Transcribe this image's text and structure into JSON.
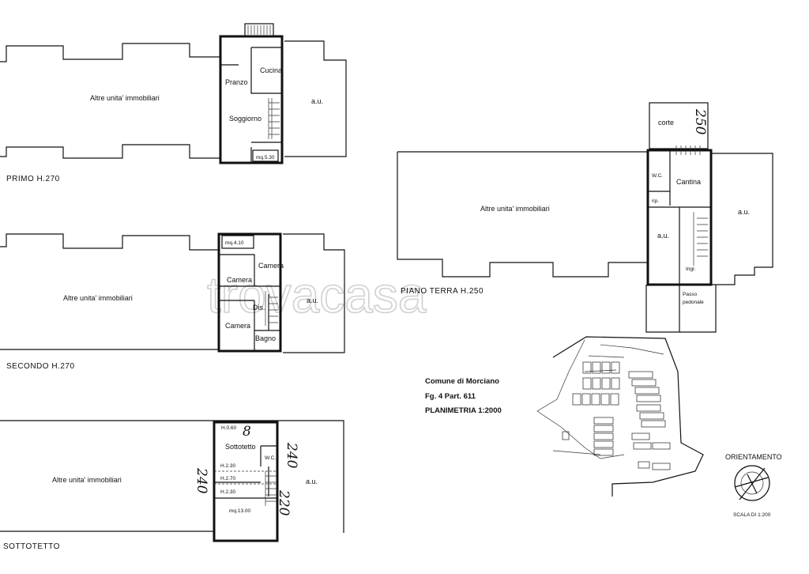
{
  "watermark": "trovacasa",
  "floors": {
    "primo": {
      "title": "PRIMO   H.270",
      "other_units": "Altre  unita'  immobiliari",
      "au": "a.u.",
      "rooms": {
        "cucina": "Cucina",
        "pranzo": "Pranzo",
        "soggiorno": "Soggiorno",
        "balcony": "mq.5.30"
      }
    },
    "secondo": {
      "title": "SECONDO    H.270",
      "other_units": "Altre   unita'  immobiliari",
      "au": "a.u.",
      "rooms": {
        "balcony": "mq.4.10",
        "camera_a": "Camera",
        "camera_b": "Camera",
        "camera_c": "Camera",
        "dis": "Dis.",
        "bagno": "Bagno"
      }
    },
    "sottotetto": {
      "title": "SOTTOTETTO",
      "other_units": "Altre  unita'  immobiliari",
      "au": "a.u.",
      "rooms": {
        "h060": "H.0.60",
        "sottotetto": "Sottotetto",
        "h230a": "H.2.30",
        "wc": "W.C.",
        "h270": "H.2.70",
        "h230b": "H.2.30",
        "area": "mq.13.00"
      },
      "handwritten": {
        "a": "8",
        "b": "240",
        "c": "240",
        "d": "220"
      }
    },
    "terra": {
      "title": "PIANO  TERRA   H.250",
      "other_units": "Altre  unita'  immobiliari",
      "au_left": "a.u.",
      "au_right": "a.u.",
      "rooms": {
        "corte": "corte",
        "wc": "W.C.",
        "cantina": "Cantina",
        "rip": "rip.",
        "ingr": "Ingr.",
        "passo": "Passo",
        "pedonale": "pedonale"
      },
      "handwritten": "250"
    }
  },
  "cadastral": {
    "comune": "Comune  di  Morciano",
    "foglio": "Fg. 4     Part. 611",
    "planimetria": "PLANIMETRIA  1:2000"
  },
  "orientation": {
    "label": "ORIENTAMENTO",
    "scale": "SCALA DI 1:200"
  }
}
